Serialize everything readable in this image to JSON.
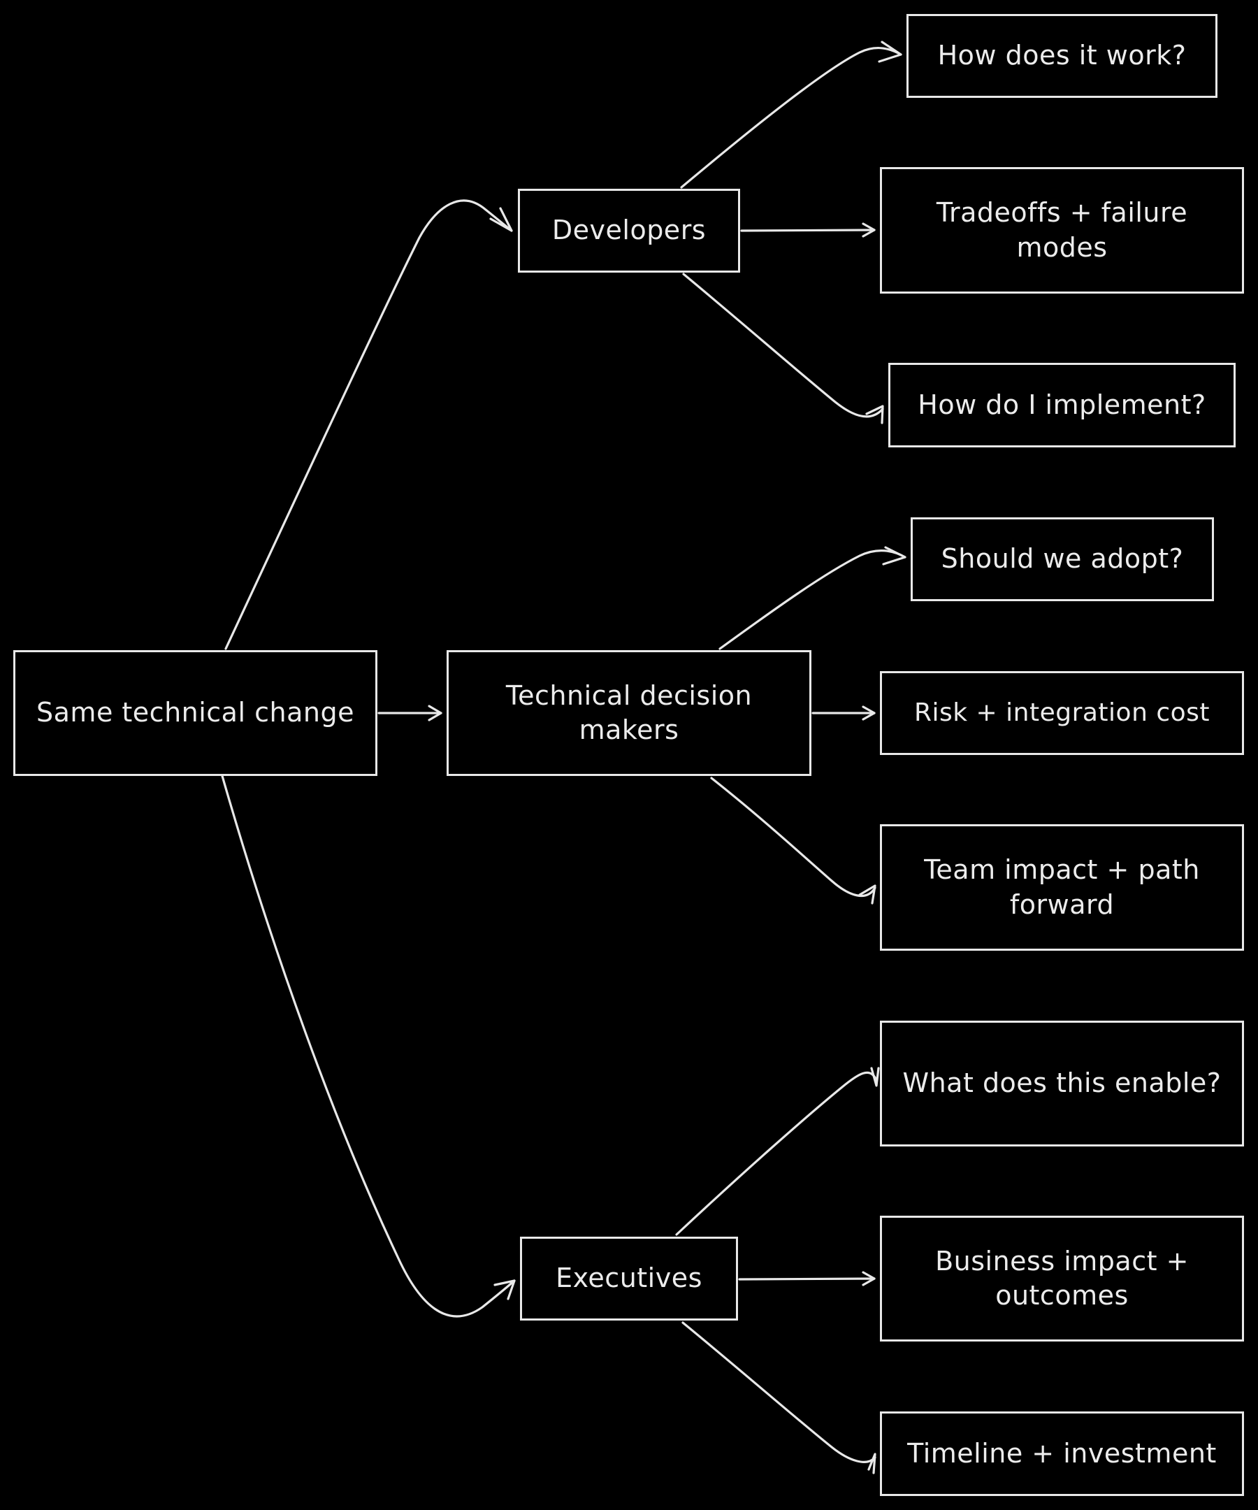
{
  "diagram": {
    "root": {
      "label": "Same technical change"
    },
    "audiences": [
      {
        "label": "Developers",
        "questions": [
          "How does it work?",
          "Tradeoffs + failure modes",
          "How do I implement?"
        ]
      },
      {
        "label": "Technical decision makers",
        "questions": [
          "Should we adopt?",
          "Risk + integration cost",
          "Team impact + path forward"
        ]
      },
      {
        "label": "Executives",
        "questions": [
          "What does this enable?",
          "Business impact + outcomes",
          "Timeline + investment"
        ]
      }
    ],
    "colors": {
      "background": "#000000",
      "stroke": "#e8e8e8",
      "text": "#ececec"
    }
  }
}
